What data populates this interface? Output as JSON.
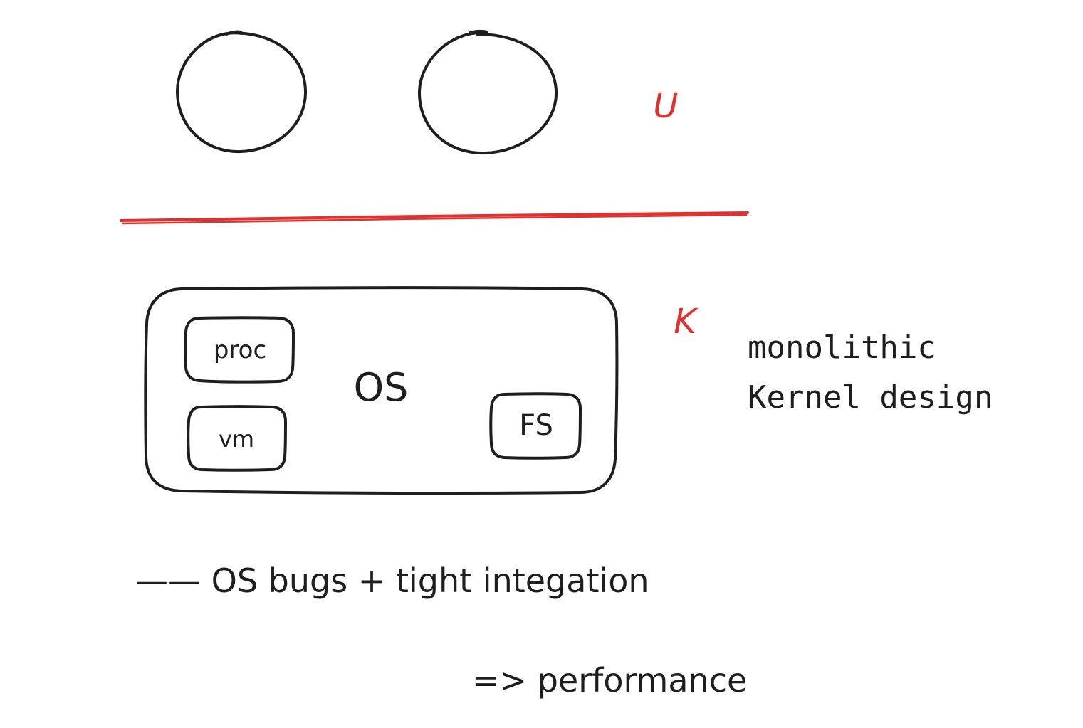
{
  "colors": {
    "ink": "#1e1e1e",
    "accent": "#e03131",
    "background": "#ffffff"
  },
  "user_space": {
    "label": "U",
    "process_count": 2
  },
  "kernel": {
    "label": "K",
    "os_label": "OS",
    "modules": {
      "proc": "proc",
      "vm": "vm",
      "fs": "FS"
    }
  },
  "description": {
    "line1": "monolithic",
    "line2": "Kernel design"
  },
  "notes": {
    "drawback": "—— OS bugs  + tight integation",
    "benefit": "=> performance"
  }
}
